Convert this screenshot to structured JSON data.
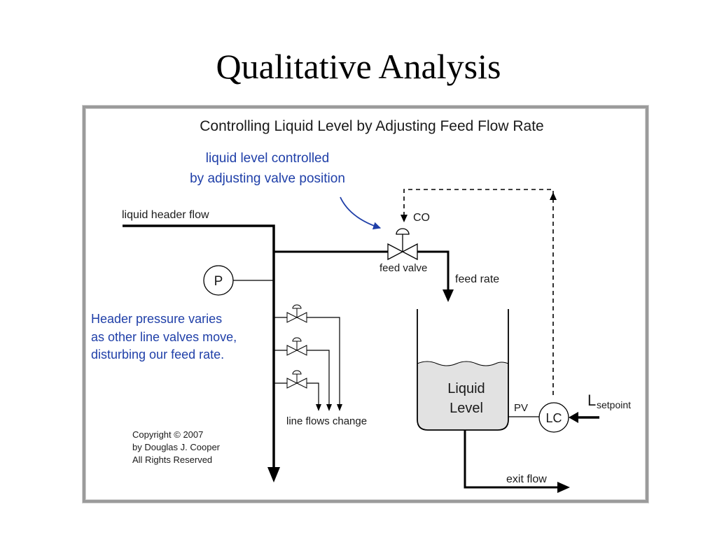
{
  "slide": {
    "title": "Qualitative Analysis"
  },
  "diagram": {
    "title": "Controlling Liquid Level by Adjusting Feed Flow Rate",
    "callout_top": [
      "liquid level controlled",
      "by adjusting valve position"
    ],
    "header_flow": "liquid header flow",
    "pressure_instrument": "P",
    "co": "CO",
    "feed_valve": "feed valve",
    "feed_rate": "feed rate",
    "callout_left": [
      "Header pressure varies",
      "as other line valves move,",
      "disturbing our feed rate."
    ],
    "line_flows": "line flows change",
    "tank_label": [
      "Liquid",
      "Level"
    ],
    "pv": "PV",
    "controller": "LC",
    "setpoint_symbol": "L",
    "setpoint_sub": "setpoint",
    "exit_flow": "exit flow",
    "copyright": [
      "Copyright © 2007",
      "by Douglas J. Cooper",
      "All Rights Reserved"
    ],
    "colors": {
      "annotation": "#1f3fa8",
      "line": "#000000",
      "tank_liquid": "#e2e2e2",
      "frame": "#9b9b9b"
    }
  }
}
